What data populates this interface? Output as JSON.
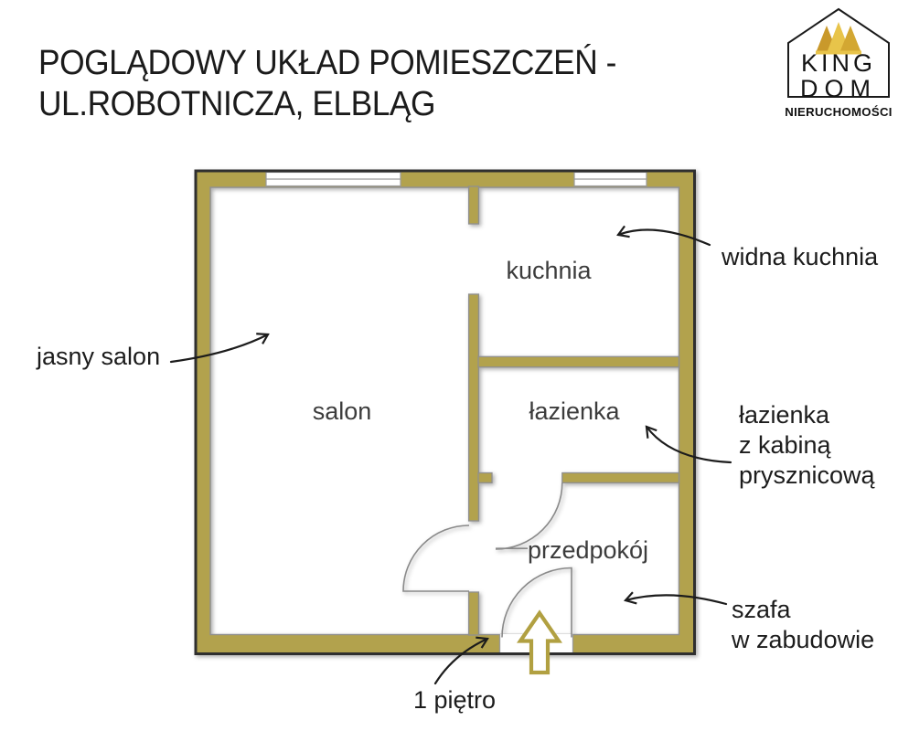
{
  "header": {
    "title_line1": "POGLĄDOWY UKŁAD POMIESZCZEŃ -",
    "title_line2": "UL.ROBOTNICZA, ELBLĄG"
  },
  "logo": {
    "brand_top": "KING",
    "brand_bottom": "DOM",
    "subtitle": "NIERUCHOMOŚCI",
    "icon": "house-outline-with-gold-crown",
    "crown_colors": [
      "#c9992b",
      "#e8c44a",
      "#d3a732"
    ]
  },
  "floorplan": {
    "rooms": [
      {
        "name": "salon"
      },
      {
        "name": "kuchnia"
      },
      {
        "name": "łazienka"
      },
      {
        "name": "przedpokój"
      }
    ],
    "annotations": [
      {
        "id": "jasny-salon",
        "text_lines": [
          "jasny salon"
        ]
      },
      {
        "id": "widna-kuchnia",
        "text_lines": [
          "widna kuchnia"
        ]
      },
      {
        "id": "lazienka-kabina",
        "text_lines": [
          "łazienka",
          "z kabiną",
          "prysznicową"
        ]
      },
      {
        "id": "szafa",
        "text_lines": [
          "szafa",
          "w zabudowie"
        ]
      },
      {
        "id": "pietro",
        "text_lines": [
          "1 piętro"
        ]
      }
    ],
    "entrance_icon": "up-arrow-outline",
    "colors": {
      "wall": "#b2a24d",
      "outline": "#2f2f2f",
      "inner_line": "#8f8f8f",
      "door_line": "#8a8a8a",
      "entrance_arrow": "#b1a041",
      "annotation_text": "#1c1c1c",
      "room_label": "#3c3c3c"
    }
  }
}
